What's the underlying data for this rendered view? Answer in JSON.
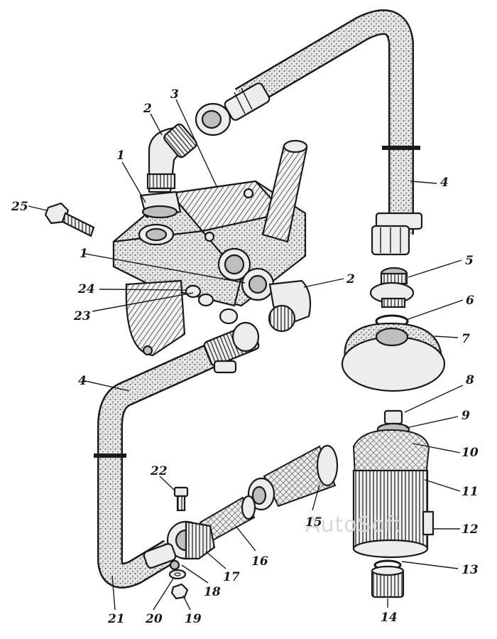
{
  "figure": {
    "watermark": "AutoSoft"
  },
  "callouts": [
    "1",
    "2",
    "3",
    "4",
    "5",
    "6",
    "7",
    "8",
    "9",
    "10",
    "11",
    "12",
    "13",
    "14",
    "15",
    "16",
    "17",
    "18",
    "19",
    "20",
    "21",
    "22",
    "23",
    "24",
    "25"
  ]
}
